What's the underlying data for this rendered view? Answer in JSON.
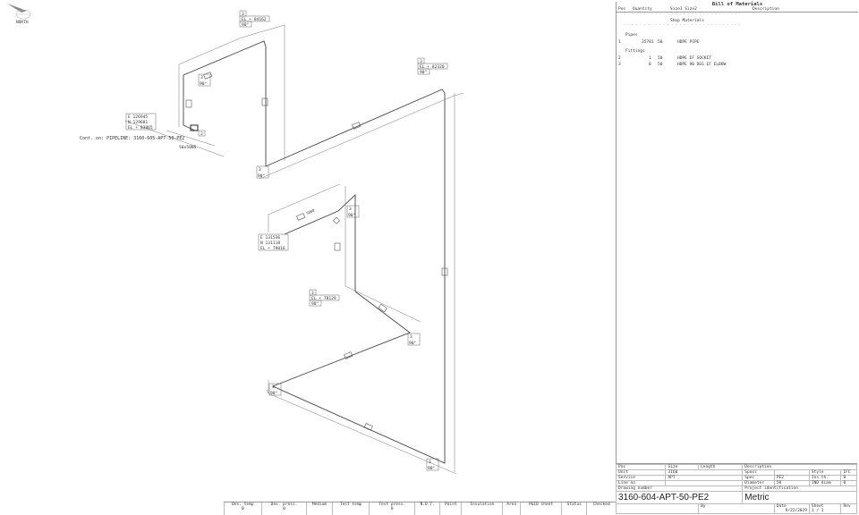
{
  "north": {
    "label": "NORTH"
  },
  "labels": {
    "elbow_top_left": {
      "pos": "3",
      "el": "EL + 84162",
      "angle": "90°"
    },
    "elbow_top_right": {
      "pos": "3",
      "el": "EL + 82320",
      "angle": "90°"
    },
    "elbow_mid": {
      "pos": "3",
      "el": "EL + 78129",
      "angle": "90°"
    },
    "elbow_a": {
      "pos": "3",
      "angle": "90°"
    },
    "elbow_b": {
      "pos": "3",
      "angle": "90°"
    },
    "elbow_c": {
      "pos": "3",
      "angle": "90°"
    },
    "elbow_d": {
      "pos": "3",
      "angle": "90°"
    },
    "elbow_e": {
      "pos": "3",
      "angle": "90°"
    },
    "elbow_f": {
      "pos": "3",
      "angle": "90°"
    },
    "start_coord": {
      "e": "E 126945",
      "n": "N 129681",
      "el": "EL + 83865"
    },
    "end_coord": {
      "e": "E 131536",
      "n": "N 131118",
      "el": "EL + 79016"
    },
    "continuation": "Cont. on: PIPELINE: 3160-605-APT-50-PE2",
    "fitting_ref": "2",
    "reducer_size": "50x50NS",
    "upper_dim": "5000"
  },
  "bom": {
    "title": "Bill of Materials",
    "headers": [
      "Pos",
      "Quantity",
      "Size1 Size2",
      "Description"
    ],
    "section": "Shop Materials",
    "pipes_label": "Pipes",
    "pipes": [
      {
        "pos": "1",
        "qty": "35781",
        "size": "50",
        "desc": "HDPE PIPE"
      }
    ],
    "fittings_label": "Fittings",
    "fittings": [
      {
        "pos": "2",
        "qty": "1",
        "size": "50",
        "desc": "HDPE EF SOCKET"
      },
      {
        "pos": "3",
        "qty": "8",
        "size": "50",
        "desc": "HDPE 90 DEG EF ELBOW"
      }
    ]
  },
  "title_block": {
    "cut_headers": [
      "Pos",
      "Size",
      "Length",
      "Description"
    ],
    "unit_label": "Unit",
    "unit": "3160",
    "service_label": "Service",
    "service": "APT",
    "line_label": "Line no",
    "line": "",
    "spool_label": "Spool",
    "spool": "",
    "spec_label": "Spec",
    "spec": "PE2",
    "diameter_label": "Diameter",
    "diameter": "50",
    "style_label": "Style",
    "style": "IFC",
    "ins_label": "Ins th.",
    "ins": "0",
    "ind_label": "IND diam",
    "ind": "0",
    "drawing_number_label": "Drawing number",
    "drawing_number": "3160-604-APT-50-PE2",
    "project_label": "Project identification",
    "project": "Metric",
    "by_label": "By",
    "date_label": "Date",
    "date": "9/22/2029",
    "sheet_label": "Sheet",
    "sheet": "1 / 1",
    "rev_label": "Rev"
  },
  "bottom_table": [
    {
      "label": "Des. temp",
      "value": "0"
    },
    {
      "label": "Des. press.",
      "value": "0"
    },
    {
      "label": "Medium",
      "value": ""
    },
    {
      "label": "Test temp",
      "value": ""
    },
    {
      "label": "Test press.",
      "value": "0"
    },
    {
      "label": "N.D.T.",
      "value": ""
    },
    {
      "label": "Paint",
      "value": ""
    },
    {
      "label": "Insulation",
      "value": ""
    },
    {
      "label": "Area",
      "value": ""
    },
    {
      "label": "P&ID sheet",
      "value": ""
    },
    {
      "label": "Status",
      "value": ""
    },
    {
      "label": "Checked",
      "value": ""
    }
  ]
}
